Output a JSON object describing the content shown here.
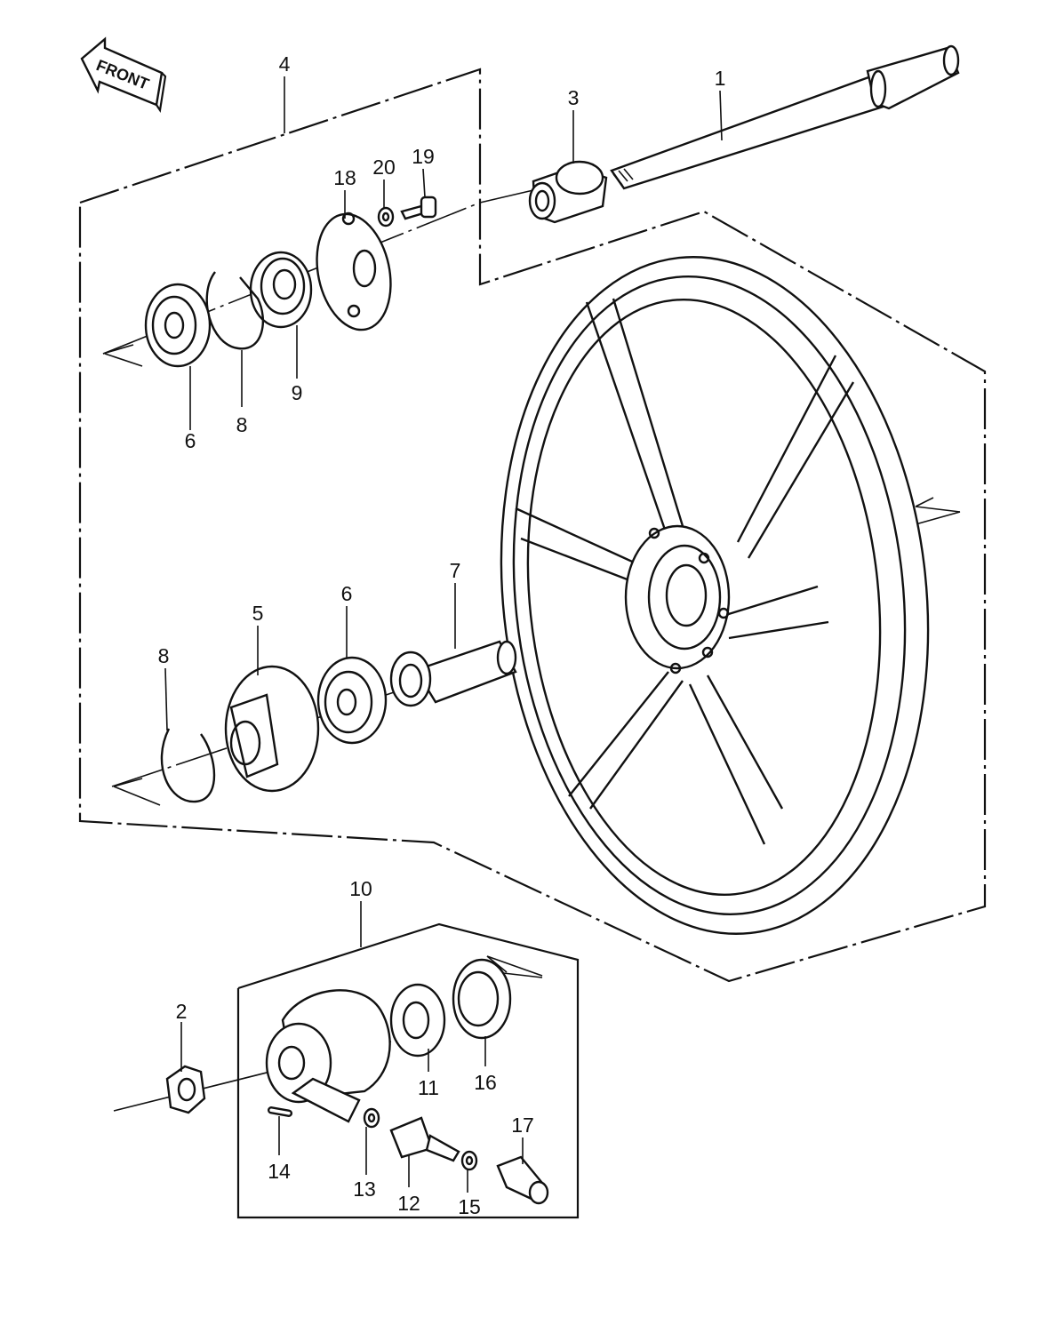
{
  "direction_label": "FRONT",
  "callouts": [
    {
      "id": "1",
      "text": "1"
    },
    {
      "id": "2",
      "text": "2"
    },
    {
      "id": "3",
      "text": "3"
    },
    {
      "id": "4",
      "text": "4"
    },
    {
      "id": "5",
      "text": "5"
    },
    {
      "id": "6a",
      "text": "6"
    },
    {
      "id": "6b",
      "text": "6"
    },
    {
      "id": "7",
      "text": "7"
    },
    {
      "id": "8a",
      "text": "8"
    },
    {
      "id": "8b",
      "text": "8"
    },
    {
      "id": "9",
      "text": "9"
    },
    {
      "id": "10",
      "text": "10"
    },
    {
      "id": "11",
      "text": "11"
    },
    {
      "id": "12",
      "text": "12"
    },
    {
      "id": "13",
      "text": "13"
    },
    {
      "id": "14",
      "text": "14"
    },
    {
      "id": "15",
      "text": "15"
    },
    {
      "id": "16",
      "text": "16"
    },
    {
      "id": "17",
      "text": "17"
    },
    {
      "id": "18",
      "text": "18"
    },
    {
      "id": "19",
      "text": "19"
    },
    {
      "id": "20",
      "text": "20"
    }
  ]
}
